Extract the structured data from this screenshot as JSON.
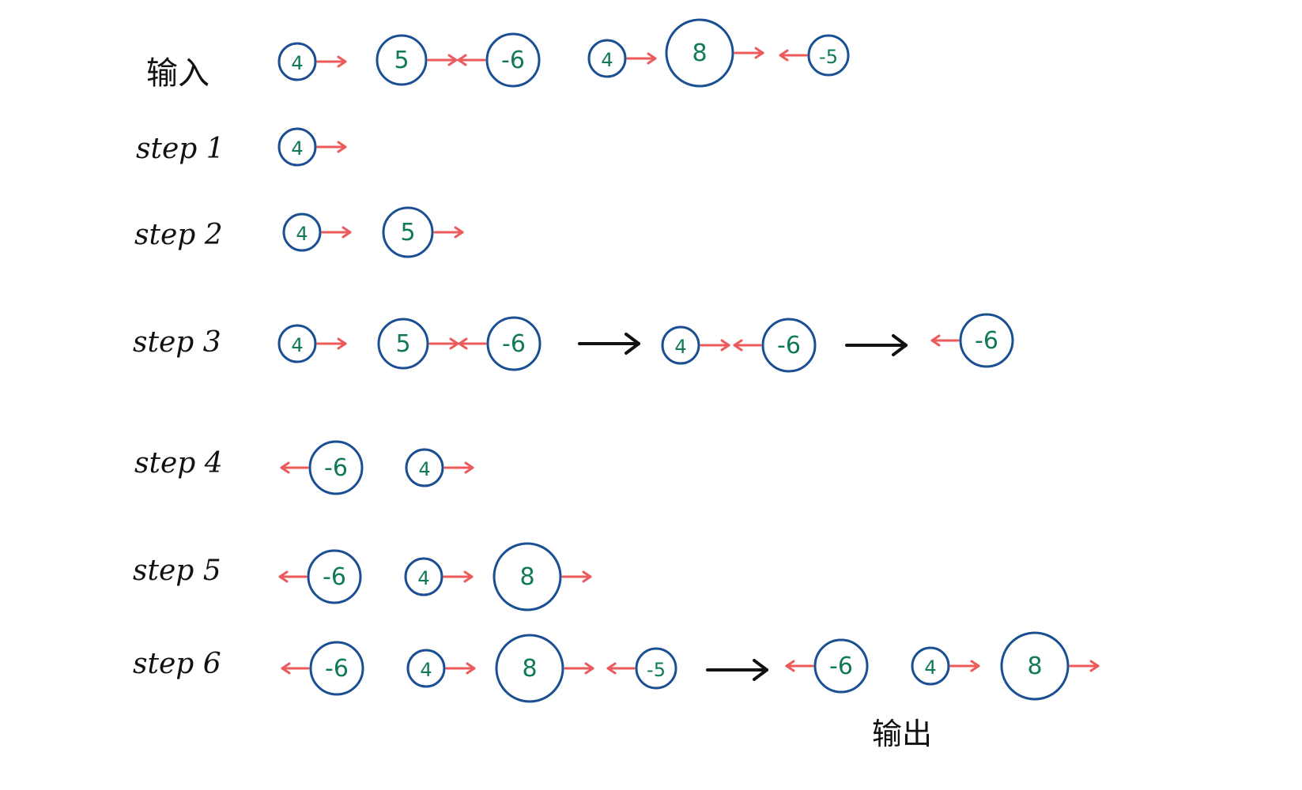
{
  "colors": {
    "ring": "#1b4f93",
    "value": "#0f7a55",
    "direction_arrow": "#ec5a5a",
    "step_arrow": "#111111"
  },
  "labels": {
    "input": "输入",
    "step1": "step 1",
    "step2": "step 2",
    "step3": "step 3",
    "step4": "step 4",
    "step5": "step 5",
    "step6": "step 6",
    "output": "输出"
  },
  "rows": [
    {
      "id": "input",
      "asteroids": [
        {
          "value": "4",
          "dir": "right"
        },
        {
          "value": "5",
          "dir": "right"
        },
        {
          "value": "-6",
          "dir": "left"
        },
        {
          "value": "4",
          "dir": "right"
        },
        {
          "value": "8",
          "dir": "right"
        },
        {
          "value": "-5",
          "dir": "left"
        }
      ]
    },
    {
      "id": "step1",
      "asteroids": [
        {
          "value": "4",
          "dir": "right"
        }
      ]
    },
    {
      "id": "step2",
      "asteroids": [
        {
          "value": "4",
          "dir": "right"
        },
        {
          "value": "5",
          "dir": "right"
        }
      ]
    },
    {
      "id": "step3",
      "stages": [
        [
          {
            "value": "4",
            "dir": "right"
          },
          {
            "value": "5",
            "dir": "right"
          },
          {
            "value": "-6",
            "dir": "left"
          }
        ],
        [
          {
            "value": "4",
            "dir": "right"
          },
          {
            "value": "-6",
            "dir": "left"
          }
        ],
        [
          {
            "value": "-6",
            "dir": "left"
          }
        ]
      ]
    },
    {
      "id": "step4",
      "asteroids": [
        {
          "value": "-6",
          "dir": "left"
        },
        {
          "value": "4",
          "dir": "right"
        }
      ]
    },
    {
      "id": "step5",
      "asteroids": [
        {
          "value": "-6",
          "dir": "left"
        },
        {
          "value": "4",
          "dir": "right"
        },
        {
          "value": "8",
          "dir": "right"
        }
      ]
    },
    {
      "id": "step6",
      "stages": [
        [
          {
            "value": "-6",
            "dir": "left"
          },
          {
            "value": "4",
            "dir": "right"
          },
          {
            "value": "8",
            "dir": "right"
          },
          {
            "value": "-5",
            "dir": "left"
          }
        ],
        [
          {
            "value": "-6",
            "dir": "left"
          },
          {
            "value": "4",
            "dir": "right"
          },
          {
            "value": "8",
            "dir": "right"
          }
        ]
      ]
    }
  ]
}
